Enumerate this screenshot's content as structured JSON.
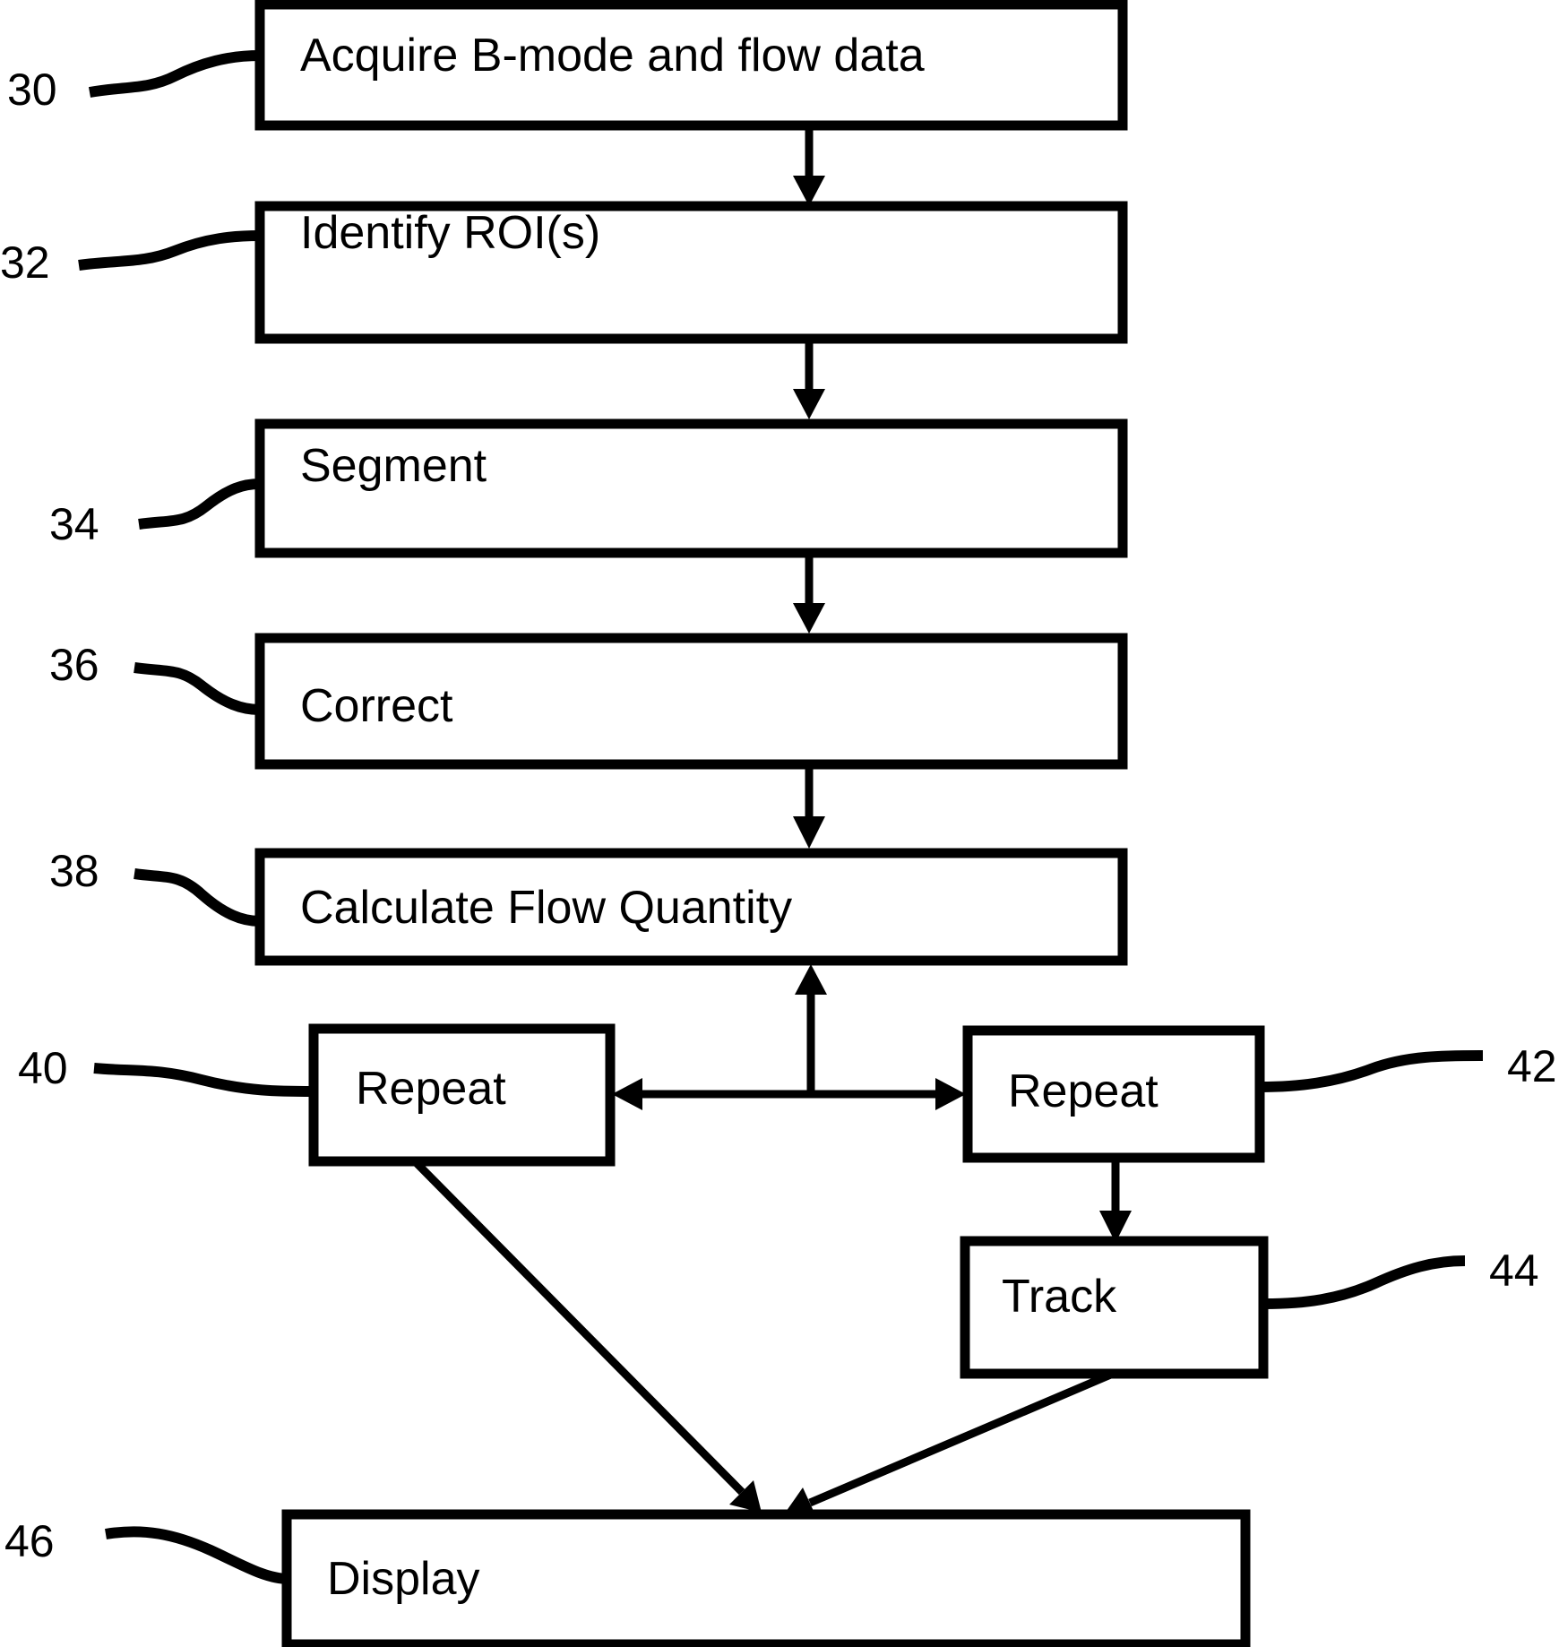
{
  "figure": {
    "colors": {
      "ink": "#000000",
      "background": "#ffffff"
    },
    "boxes": {
      "acquire": {
        "label": "Acquire B-mode and flow data",
        "ref": "30"
      },
      "identify": {
        "label": "Identify ROI(s)",
        "ref": "32"
      },
      "segment": {
        "label": "Segment",
        "ref": "34"
      },
      "correct": {
        "label": "Correct",
        "ref": "36"
      },
      "calculate": {
        "label": "Calculate Flow Quantity",
        "ref": "38"
      },
      "repeat_left": {
        "label": "Repeat",
        "ref": "40"
      },
      "repeat_right": {
        "label": "Repeat",
        "ref": "42"
      },
      "track": {
        "label": "Track",
        "ref": "44"
      },
      "display": {
        "label": "Display",
        "ref": "46"
      }
    }
  }
}
